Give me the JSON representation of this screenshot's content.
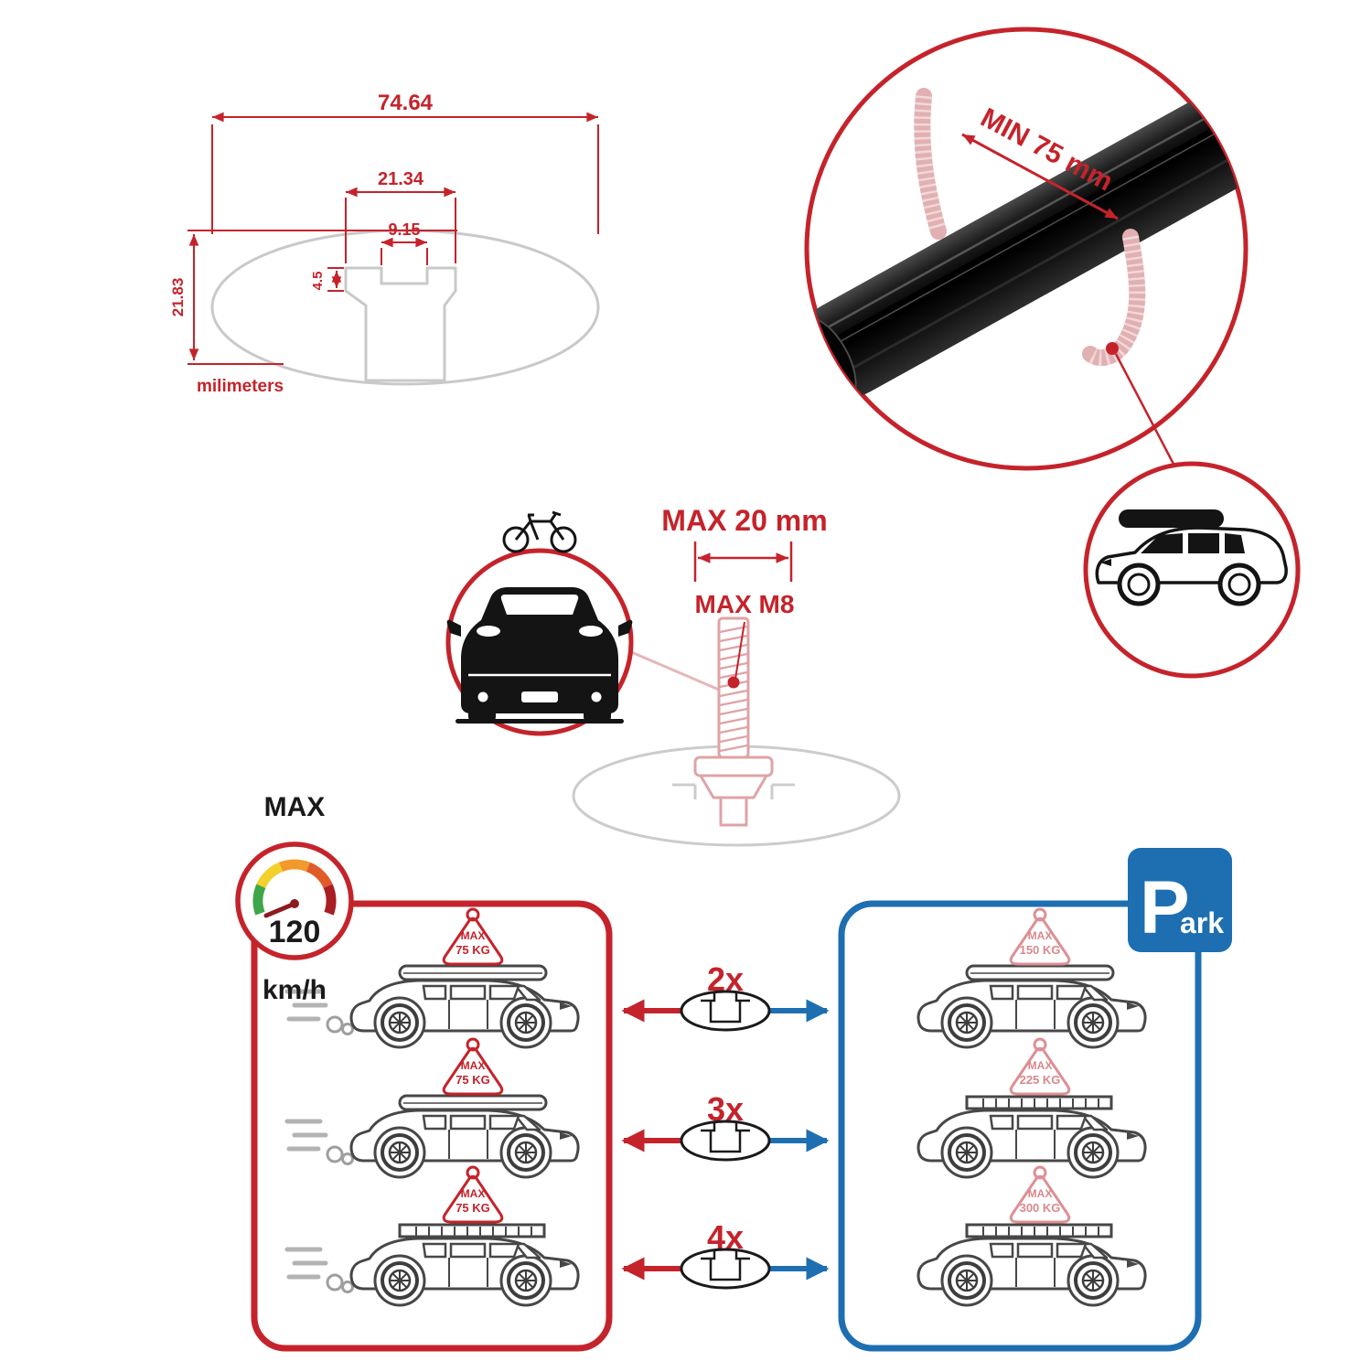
{
  "colors": {
    "red": "#c5232b",
    "blue": "#1d6fb2",
    "pink": "#dfa3a6",
    "black": "#1a1a1a",
    "gray_line": "#c9c9c9"
  },
  "dim_drawing": {
    "total_width": "74.64",
    "flange_width": "21.34",
    "slot_width": "9.15",
    "slot_depth": "4.5",
    "profile_height": "21.83",
    "units_label": "milimeters"
  },
  "bar_detail": {
    "min_span": "MIN 75 mm"
  },
  "bolt_detail": {
    "max_width": "MAX 20 mm",
    "max_thread": "MAX M8"
  },
  "speed_gauge": {
    "label": "MAX",
    "value": "120",
    "unit": "km/h"
  },
  "driving_box": {
    "rows": [
      {
        "load_line1": "MAX",
        "load_line2": "75 KG"
      },
      {
        "load_line1": "MAX",
        "load_line2": "75 KG"
      },
      {
        "load_line1": "MAX",
        "load_line2": "75 KG"
      }
    ]
  },
  "bar_counts": [
    {
      "label": "2x"
    },
    {
      "label": "3x"
    },
    {
      "label": "4x"
    }
  ],
  "parking_box": {
    "sign_p": "P",
    "sign_ark": "ark",
    "rows": [
      {
        "load_line1": "MAX",
        "load_line2": "150 KG"
      },
      {
        "load_line1": "MAX",
        "load_line2": "225 KG"
      },
      {
        "load_line1": "MAX",
        "load_line2": "300 KG"
      }
    ]
  }
}
